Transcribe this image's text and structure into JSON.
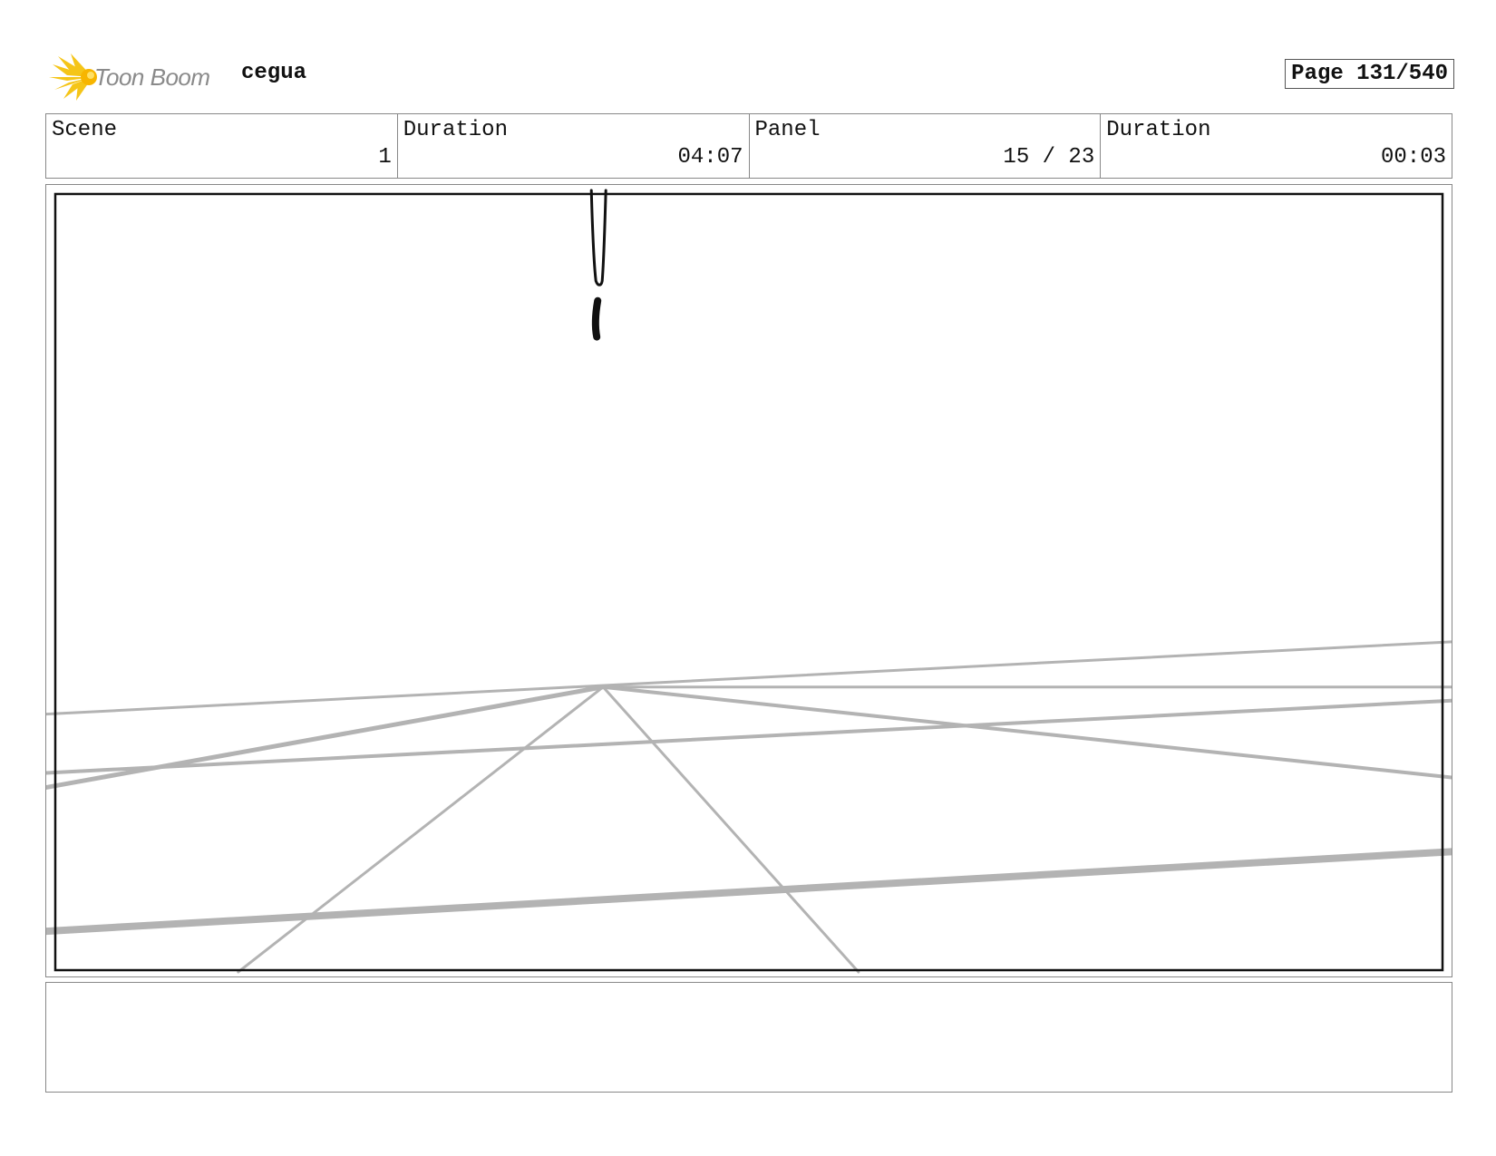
{
  "header": {
    "logo_text": "Toon Boom",
    "project_title": "cegua",
    "page_label": "Page 131/540"
  },
  "info": {
    "scene_label": "Scene",
    "scene_value": "1",
    "scene_duration_label": "Duration",
    "scene_duration_value": "04:07",
    "panel_label": "Panel",
    "panel_value": "15 / 23",
    "panel_duration_label": "Duration",
    "panel_duration_value": "00:03"
  },
  "notes": {
    "text": ""
  },
  "colors": {
    "logo_yellow": "#f5c518",
    "logo_gray": "#8a8a8a",
    "guide_gray": "#b3b3b3",
    "ink": "#111111"
  },
  "icons": {
    "logo": "toon-boom-logo-icon"
  }
}
